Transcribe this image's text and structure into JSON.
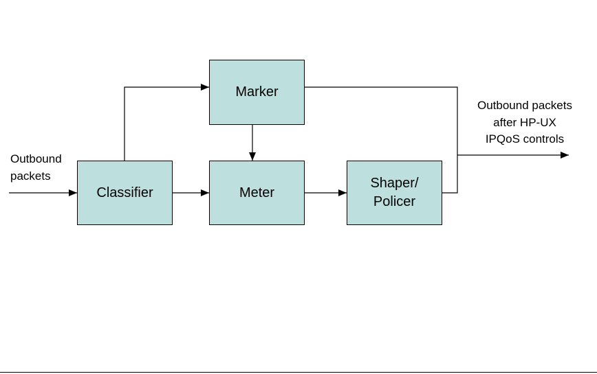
{
  "colors": {
    "box_fill": "#bde0df",
    "line": "#000000",
    "background": "#ffffff"
  },
  "blocks": {
    "marker": "Marker",
    "classifier": "Classifier",
    "meter": "Meter",
    "shaper_policer": "Shaper/\nPolicer"
  },
  "labels": {
    "input": "Outbound\npackets",
    "output": "Outbound packets\nafter HP-UX\nIPQoS controls"
  },
  "connections": [
    {
      "from": "input",
      "to": "classifier"
    },
    {
      "from": "classifier",
      "to": "marker"
    },
    {
      "from": "classifier",
      "to": "meter"
    },
    {
      "from": "marker",
      "to": "meter"
    },
    {
      "from": "meter",
      "to": "shaper_policer"
    },
    {
      "from": "marker",
      "to": "output"
    },
    {
      "from": "shaper_policer",
      "to": "output"
    }
  ]
}
